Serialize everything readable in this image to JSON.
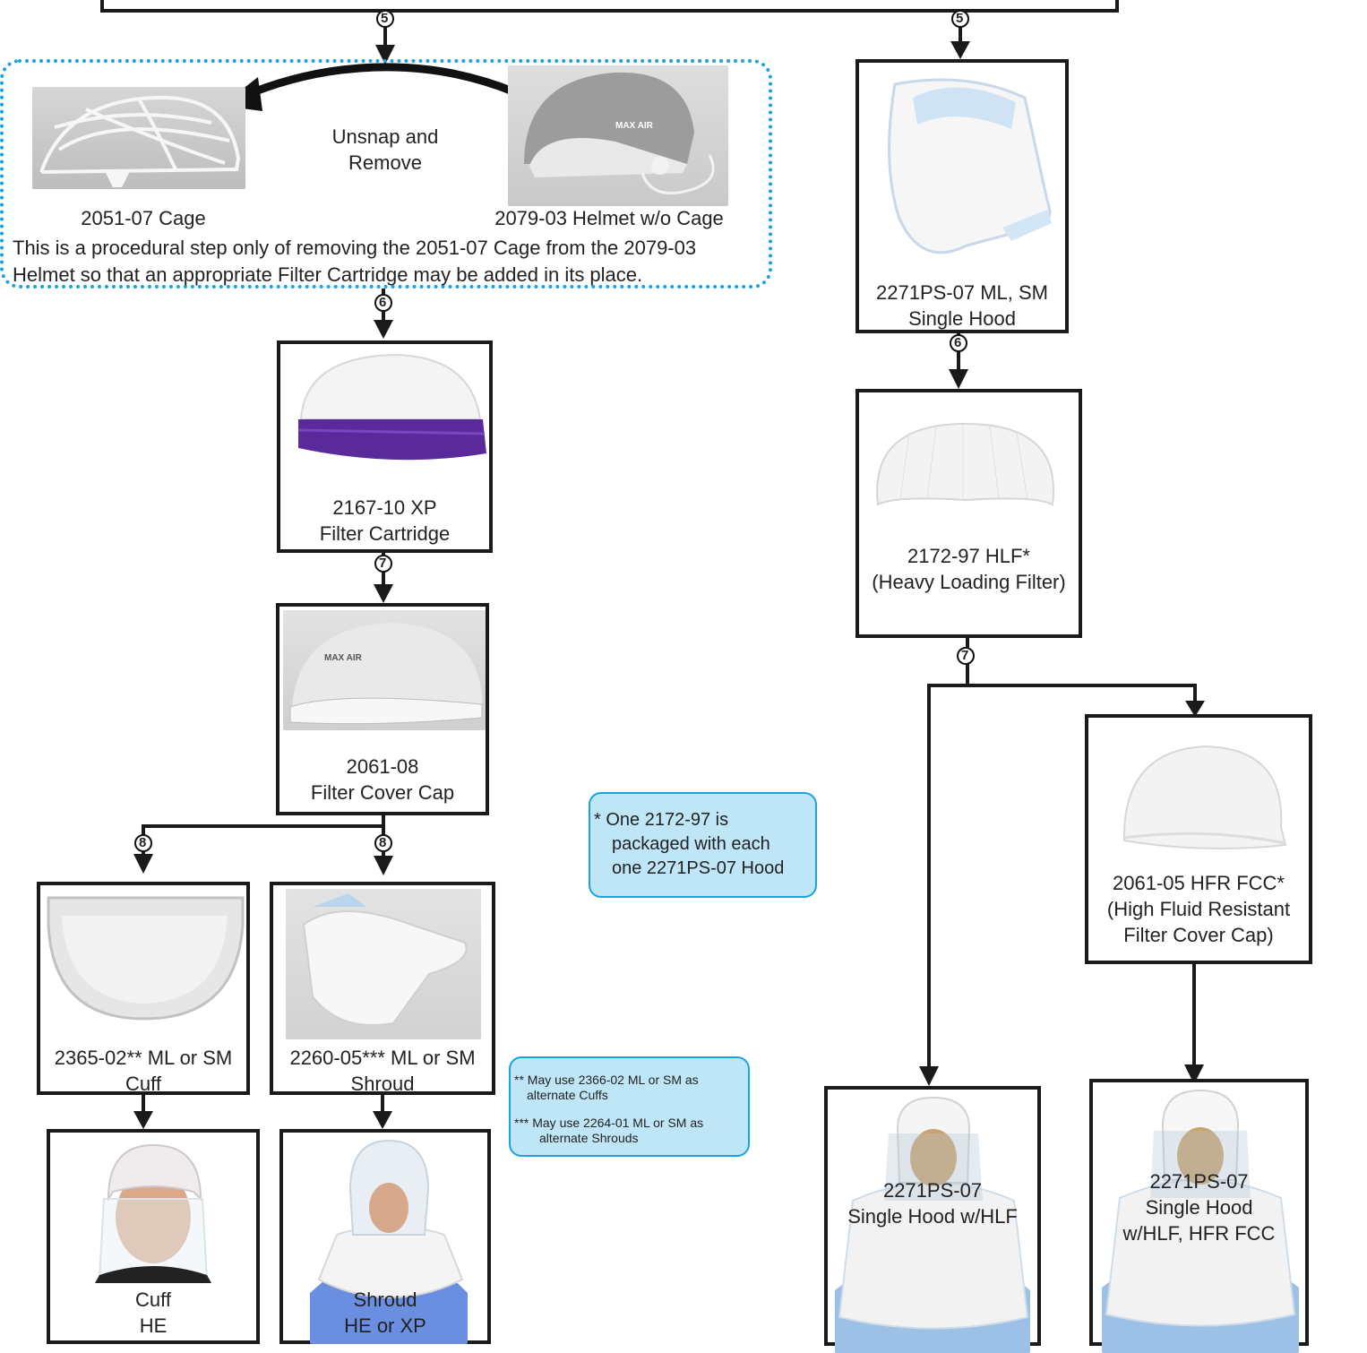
{
  "steps": {
    "s5": "5",
    "s6": "6",
    "s7": "7",
    "s8": "8"
  },
  "left_branch": {
    "unsnap": {
      "line1": "Unsnap and",
      "line2": "Remove"
    },
    "cage_label": "2051-07 Cage",
    "helmet_label": "2079-03 Helmet w/o Cage",
    "procedural_note": {
      "line1": "This is a procedural step only of removing the 2051-07 Cage from the 2079-03",
      "line2": "Helmet so that an appropriate Filter Cartridge may be added in its place."
    },
    "filter_cartridge": {
      "line1": "2167-10 XP",
      "line2": "Filter Cartridge"
    },
    "filter_cover_cap": {
      "line1": "2061-08",
      "line2": "Filter Cover Cap"
    },
    "cuff": {
      "line1": "2365-02** ML or SM",
      "line2": "Cuff"
    },
    "shroud": {
      "line1": "2260-05*** ML or SM",
      "line2": "Shroud"
    },
    "cuff_result": {
      "line1": "Cuff",
      "line2": "HE"
    },
    "shroud_result": {
      "line1": "Shroud",
      "line2": "HE or XP"
    },
    "helmet_brand": "MAX AIR"
  },
  "right_branch": {
    "single_hood": {
      "line1": "2271PS-07 ML, SM",
      "line2": "Single Hood"
    },
    "hlf": {
      "line1": "2172-97 HLF*",
      "line2": "(Heavy Loading Filter)"
    },
    "hfr_fcc": {
      "line1": "2061-05 HFR FCC*",
      "line2": "(High Fluid Resistant",
      "line3": "Filter Cover Cap)"
    },
    "hood_hlf": {
      "line1": "2271PS-07",
      "line2": "Single Hood w/HLF"
    },
    "hood_hlf_fcc": {
      "line1": "2271PS-07",
      "line2": "Single Hood",
      "line3": "w/HLF, HFR FCC"
    }
  },
  "notes": {
    "hlf_note": {
      "line1": "* One 2172-97 is",
      "line2": "packaged with each",
      "line3": "one 2271PS-07 Hood"
    },
    "alt_note": {
      "line1": "** May use 2366-02 ML or SM as",
      "line2": "alternate Cuffs",
      "line3": "*** May use 2264-01 ML or SM as",
      "line4": "alternate Shrouds"
    }
  },
  "colors": {
    "note_fill": "#bfe6f7",
    "note_border": "#1ba3e0",
    "dotted_border": "#1ba3e0",
    "filter_band": "#5b2a9a"
  }
}
